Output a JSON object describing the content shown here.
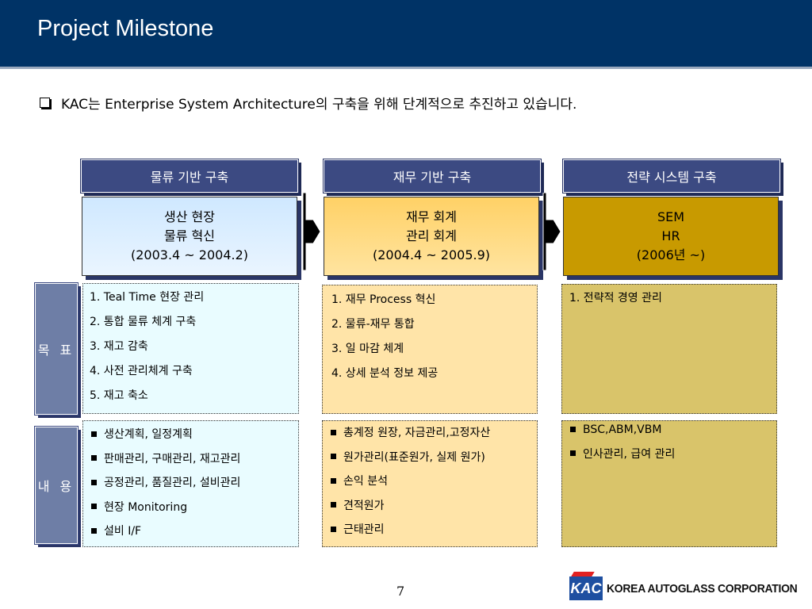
{
  "title": "Project Milestone",
  "subtitle": "KAC는 Enterprise System Architecture의 구축을 위해 단계적으로 추진하고 있습니다.",
  "headers": [
    "물류 기반 구축",
    "재무 기반 구축",
    "전략 시스템 구축"
  ],
  "phases": [
    {
      "line1": "생산 현장",
      "line2": "물류 혁신",
      "line3": "(2003.4 ~ 2004.2)"
    },
    {
      "line1": "재무 회계",
      "line2": "관리 회계",
      "line3": "(2004.4 ~ 2005.9)"
    },
    {
      "line1": "SEM",
      "line2": "HR",
      "line3": "(2006년 ~)"
    }
  ],
  "labels": {
    "goals": "목 표",
    "contents": "내 용"
  },
  "goals": [
    [
      "1. Teal Time 현장 관리",
      "2. 통합 물류 체계 구축",
      "3. 재고 감축",
      "4. 사전 관리체계 구축",
      "5.  재고 축소"
    ],
    [
      "1. 재무 Process 혁신",
      "2. 물류-재무 통합",
      "3. 일 마감 체계",
      "4. 상세 분석 정보 제공"
    ],
    [
      "1. 전략적 경영 관리"
    ]
  ],
  "contents": [
    [
      "생산계획, 일정계획",
      "판매관리, 구매관리, 재고관리",
      "공정관리, 품질관리, 설비관리",
      "현장 Monitoring",
      "설비 I/F"
    ],
    [
      "총계정 원장, 자금관리,고정자산",
      "원가관리(표준원가, 실제 원가)",
      "손익 분석",
      "견적원가",
      "근태관리"
    ],
    [
      "BSC,ABM,VBM",
      "인사관리, 급여 관리"
    ]
  ],
  "page_number": "7",
  "logo": {
    "mark": "KAC",
    "text": "KOREA AUTOGLASS CORPORATION"
  },
  "colors": {
    "title_bar": "#003366",
    "header": "#3c4a82",
    "phase3": "#c89a00"
  }
}
